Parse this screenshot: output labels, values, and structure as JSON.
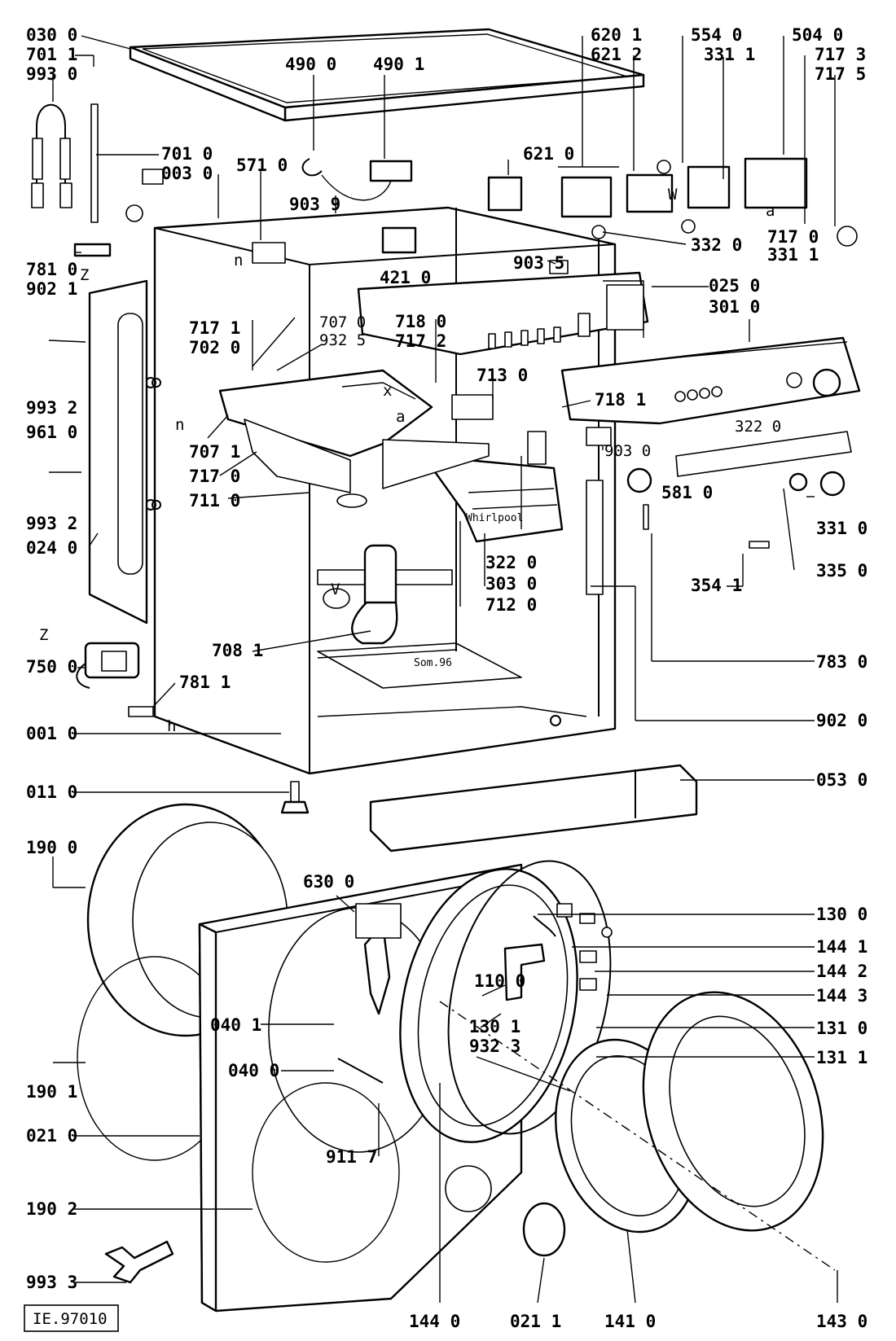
{
  "document": {
    "reference_code": "IE.97010",
    "brand": "Whirlpool",
    "stamp": "Som.96"
  },
  "labels": [
    {
      "id": "l-030-0",
      "text": "030 0"
    },
    {
      "id": "l-701-1",
      "text": "701 1"
    },
    {
      "id": "l-993-0",
      "text": "993 0"
    },
    {
      "id": "l-701-0",
      "text": "701 0"
    },
    {
      "id": "l-003-0",
      "text": "003 0"
    },
    {
      "id": "l-571-0",
      "text": "571 0"
    },
    {
      "id": "l-490-0",
      "text": "490 0"
    },
    {
      "id": "l-490-1",
      "text": "490 1"
    },
    {
      "id": "l-903-9",
      "text": "903 9"
    },
    {
      "id": "l-421-0",
      "text": "421 0"
    },
    {
      "id": "l-620-1",
      "text": "620 1"
    },
    {
      "id": "l-621-2",
      "text": "621 2"
    },
    {
      "id": "l-621-0",
      "text": "621 0"
    },
    {
      "id": "l-554-0",
      "text": "554 0"
    },
    {
      "id": "l-331-1a",
      "text": "331 1"
    },
    {
      "id": "l-504-0",
      "text": "504 0"
    },
    {
      "id": "l-717-3",
      "text": "717 3"
    },
    {
      "id": "l-717-5",
      "text": "717 5"
    },
    {
      "id": "l-332-0",
      "text": "332 0"
    },
    {
      "id": "l-717-0a",
      "text": "717 0"
    },
    {
      "id": "l-331-1b",
      "text": "331 1"
    },
    {
      "id": "l-903-5",
      "text": "903 5"
    },
    {
      "id": "l-025-0",
      "text": "025 0"
    },
    {
      "id": "l-301-0",
      "text": "301 0"
    },
    {
      "id": "l-781-0",
      "text": "781 0"
    },
    {
      "id": "l-902-1",
      "text": "902 1"
    },
    {
      "id": "l-717-1",
      "text": "717 1"
    },
    {
      "id": "l-702-0",
      "text": "702 0"
    },
    {
      "id": "l-707-0",
      "text": "707 0"
    },
    {
      "id": "l-932-5",
      "text": "932 5"
    },
    {
      "id": "l-718-0",
      "text": "718 0"
    },
    {
      "id": "l-717-2",
      "text": "717 2"
    },
    {
      "id": "l-713-0",
      "text": "713 0"
    },
    {
      "id": "l-718-1",
      "text": "718 1"
    },
    {
      "id": "l-993-2a",
      "text": "993 2"
    },
    {
      "id": "l-961-0",
      "text": "961 0"
    },
    {
      "id": "l-707-1",
      "text": "707 1"
    },
    {
      "id": "l-717-0b",
      "text": "717 0"
    },
    {
      "id": "l-711-0",
      "text": "711 0"
    },
    {
      "id": "l-993-2b",
      "text": "993 2"
    },
    {
      "id": "l-024-0",
      "text": "024 0"
    },
    {
      "id": "l-322-0a",
      "text": "322 0"
    },
    {
      "id": "l-903-0",
      "text": "903 0"
    },
    {
      "id": "l-581-0",
      "text": "581 0"
    },
    {
      "id": "l-331-0",
      "text": "331 0"
    },
    {
      "id": "l-335-0",
      "text": "335 0"
    },
    {
      "id": "l-354-1",
      "text": "354 1"
    },
    {
      "id": "l-322-0b",
      "text": "322 0"
    },
    {
      "id": "l-303-0",
      "text": "303 0"
    },
    {
      "id": "l-712-0",
      "text": "712 0"
    },
    {
      "id": "l-708-1",
      "text": "708 1"
    },
    {
      "id": "l-783-0",
      "text": "783 0"
    },
    {
      "id": "l-750-0",
      "text": "750 0"
    },
    {
      "id": "l-781-1",
      "text": "781 1"
    },
    {
      "id": "l-902-0",
      "text": "902 0"
    },
    {
      "id": "l-001-0",
      "text": "001 0"
    },
    {
      "id": "l-053-0",
      "text": "053 0"
    },
    {
      "id": "l-011-0",
      "text": "011 0"
    },
    {
      "id": "l-190-0",
      "text": "190 0"
    },
    {
      "id": "l-630-0",
      "text": "630 0"
    },
    {
      "id": "l-130-0",
      "text": "130 0"
    },
    {
      "id": "l-144-1",
      "text": "144 1"
    },
    {
      "id": "l-144-2",
      "text": "144 2"
    },
    {
      "id": "l-144-3",
      "text": "144 3"
    },
    {
      "id": "l-131-0",
      "text": "131 0"
    },
    {
      "id": "l-131-1",
      "text": "131 1"
    },
    {
      "id": "l-040-1",
      "text": "040 1"
    },
    {
      "id": "l-110-0",
      "text": "110 0"
    },
    {
      "id": "l-130-1",
      "text": "130 1"
    },
    {
      "id": "l-932-3",
      "text": "932 3"
    },
    {
      "id": "l-040-0",
      "text": "040 0"
    },
    {
      "id": "l-190-1",
      "text": "190 1"
    },
    {
      "id": "l-021-0",
      "text": "021 0"
    },
    {
      "id": "l-911-7",
      "text": "911 7"
    },
    {
      "id": "l-190-2",
      "text": "190 2"
    },
    {
      "id": "l-993-3",
      "text": "993 3"
    },
    {
      "id": "l-144-0",
      "text": "144 0"
    },
    {
      "id": "l-021-1",
      "text": "021 1"
    },
    {
      "id": "l-141-0",
      "text": "141 0"
    },
    {
      "id": "l-143-0",
      "text": "143 0"
    }
  ],
  "markers": [
    {
      "id": "m-n1",
      "text": "n"
    },
    {
      "id": "m-n2",
      "text": "n"
    },
    {
      "id": "m-z1",
      "text": "Z"
    },
    {
      "id": "m-z2",
      "text": "Z"
    },
    {
      "id": "m-x",
      "text": "x"
    },
    {
      "id": "m-a1",
      "text": "a"
    },
    {
      "id": "m-a2",
      "text": "a"
    },
    {
      "id": "m-w",
      "text": "W"
    },
    {
      "id": "m-v",
      "text": "V"
    },
    {
      "id": "m-h",
      "text": "h"
    }
  ]
}
